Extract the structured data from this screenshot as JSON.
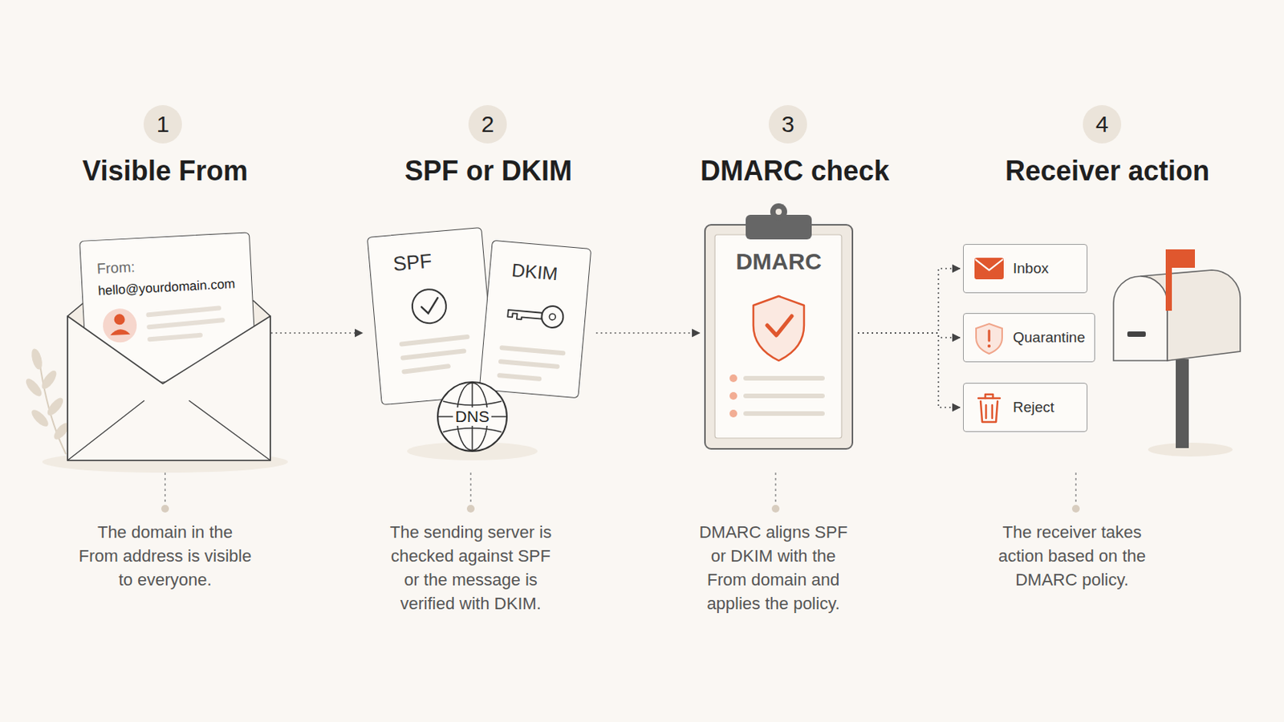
{
  "diagram": {
    "nodes": [
      {
        "text": [
          "1"
        ]
      },
      {
        "text": [
          "From:",
          "hello@yourdomain.com"
        ]
      },
      {
        "text": [
          "2"
        ]
      },
      {
        "text": [
          "SPF"
        ]
      },
      {
        "text": [
          "DKIM"
        ]
      },
      {
        "text": [
          "DNS"
        ]
      },
      {
        "text": [
          "3"
        ]
      },
      {
        "text": [
          "DMARC"
        ]
      },
      {
        "text": [
          "4"
        ]
      },
      {
        "text": [
          "Inbox"
        ]
      },
      {
        "text": [
          "Quarantine"
        ]
      },
      {
        "text": [
          "Reject"
        ]
      }
    ],
    "edges": [
      {
        "from": 1,
        "to": 3,
        "arrow": "to"
      },
      {
        "from": 4,
        "to": 7,
        "arrow": "to"
      },
      {
        "from": 7,
        "to": 9,
        "arrow": "to"
      },
      {
        "from": 7,
        "to": 10,
        "arrow": "to"
      },
      {
        "from": 7,
        "to": 11,
        "arrow": "to"
      }
    ],
    "labels": [
      "Visible From",
      "SPF or DKIM",
      "DMARC check",
      "Receiver action",
      "The domain in the From address is visible to everyone.",
      "The sending server is checked against SPF or the message is verified with DKIM.",
      "DMARC aligns SPF or DKIM with the From domain and applies the policy.",
      "The receiver takes action based on the DMARC policy."
    ]
  }
}
